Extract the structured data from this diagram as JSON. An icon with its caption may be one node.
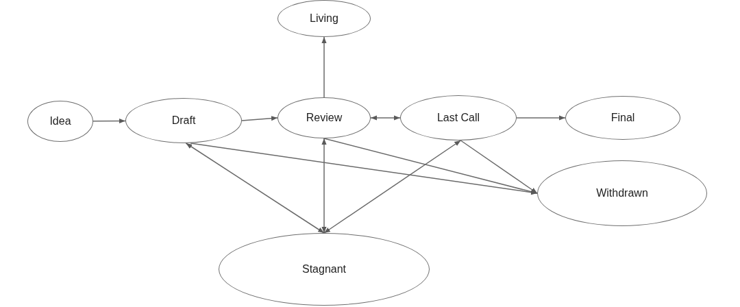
{
  "diagram": {
    "nodes": [
      {
        "text": [
          "Idea"
        ]
      },
      {
        "text": [
          "Draft"
        ]
      },
      {
        "text": [
          "Living"
        ]
      },
      {
        "text": [
          "Review"
        ]
      },
      {
        "text": [
          "Last Call"
        ]
      },
      {
        "text": [
          "Final"
        ]
      },
      {
        "text": [
          "Withdrawn"
        ]
      },
      {
        "text": [
          "Stagnant"
        ]
      }
    ],
    "edges": [
      {
        "from": 0,
        "to": 1,
        "arrow": "to"
      },
      {
        "from": 1,
        "to": 3,
        "arrow": "to"
      },
      {
        "from": 3,
        "to": 2,
        "arrow": "to"
      },
      {
        "from": 3,
        "to": 4,
        "arrow": "both"
      },
      {
        "from": 4,
        "to": 5,
        "arrow": "to"
      },
      {
        "from": 1,
        "to": 7,
        "arrow": "both"
      },
      {
        "from": 3,
        "to": 7,
        "arrow": "both"
      },
      {
        "from": 4,
        "to": 7,
        "arrow": "both"
      },
      {
        "from": 1,
        "to": 6,
        "arrow": "to"
      },
      {
        "from": 3,
        "to": 6,
        "arrow": "to"
      },
      {
        "from": 4,
        "to": 6,
        "arrow": "to"
      }
    ]
  }
}
